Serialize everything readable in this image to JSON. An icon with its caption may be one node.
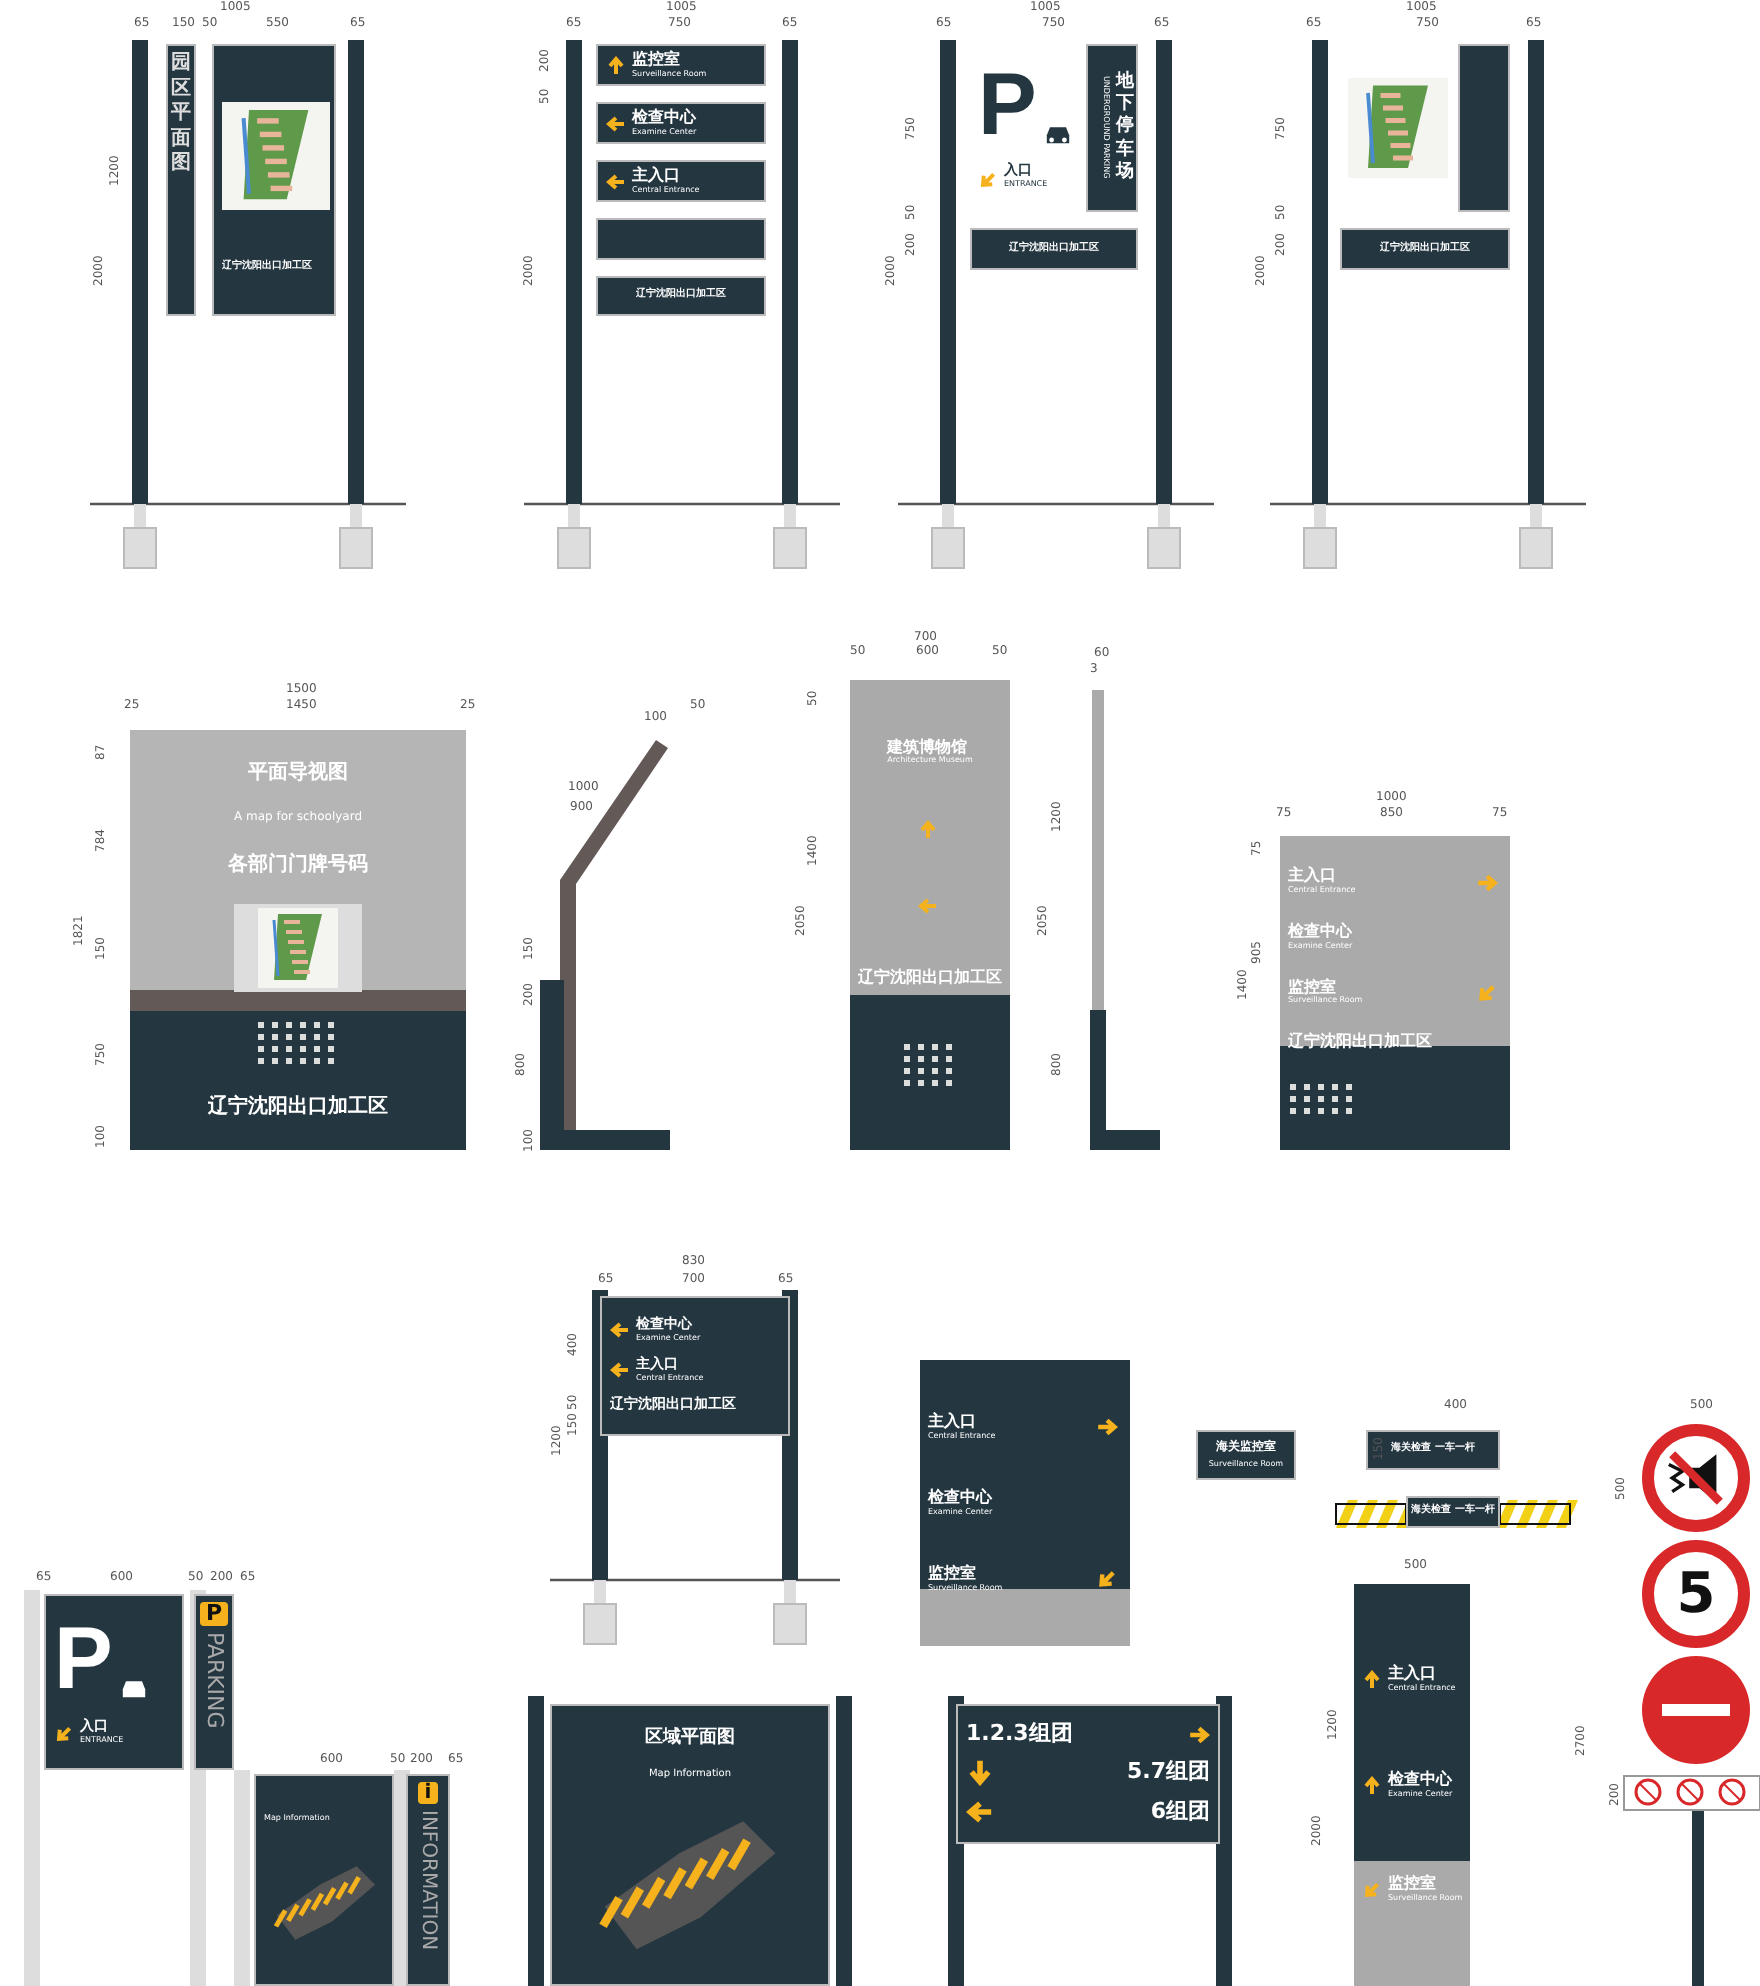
{
  "diagram": {
    "nodes": [
      {
        "text": [
          "园区平面图"
        ]
      },
      {
        "text": [
          "辽宁沈阳出口加工区"
        ]
      },
      {
        "text": [
          "监控室",
          "Surveillance Room"
        ]
      },
      {
        "text": [
          "检查中心",
          "Examine Center"
        ]
      },
      {
        "text": [
          "主入口",
          "Central Entrance"
        ]
      },
      {
        "text": [],
        "shape": "box"
      },
      {
        "text": [
          "辽宁沈阳出口加工区"
        ]
      },
      {
        "text": [
          "P",
          "入口",
          "ENTRANCE"
        ]
      },
      {
        "text": [
          "地下停车场",
          "UNDERGROUND PARKING"
        ]
      },
      {
        "text": [
          "辽宁沈阳出口加工区"
        ]
      },
      {
        "text": [],
        "shape": "picture"
      },
      {
        "text": [],
        "shape": "box"
      },
      {
        "text": [
          "辽宁沈阳出口加工区"
        ]
      },
      {
        "text": [
          "平面导视图",
          "A map for schoolyard",
          "各部门门牌号码",
          "辽宁沈阳出口加工区"
        ]
      },
      {
        "text": [
          "建筑博物馆",
          "Architecture Museum",
          "辽宁沈阳出口加工区"
        ]
      },
      {
        "text": [
          "主入口",
          "Central Entrance",
          "检查中心",
          "Examine Center",
          "监控室",
          "Surveillance Room",
          "辽宁沈阳出口加工区"
        ]
      },
      {
        "text": [
          "检查中心",
          "Examine Center",
          "主入口",
          "Central Entrance",
          "辽宁沈阳出口加工区"
        ]
      },
      {
        "text": [
          "主入口",
          "Central Entrance",
          "检查中心",
          "Examine Center",
          "监控室",
          "Surveillance Room"
        ]
      },
      {
        "text": [
          "海关监控室",
          "Surveillance Room"
        ]
      },
      {
        "text": [
          "海关检查 一车一杆"
        ]
      },
      {
        "text": [
          "海关检查 一车一杆"
        ]
      },
      {
        "text": [],
        "shape": "circle"
      },
      {
        "text": [
          "5"
        ]
      },
      {
        "text": [],
        "shape": "circle"
      },
      {
        "text": [
          "主入口",
          "Central Entrance",
          "检查中心",
          "Examine Center",
          "监控室",
          "Surveillance Room"
        ]
      },
      {
        "text": [
          "P",
          "入口",
          "ENTRANCE"
        ]
      },
      {
        "text": [
          "P",
          "PARKING"
        ]
      },
      {
        "text": [
          "Map Information"
        ]
      },
      {
        "text": [
          "i",
          "INFORMATION"
        ]
      },
      {
        "text": [
          "区域平面图",
          "Map Information"
        ]
      },
      {
        "text": [
          "1.2.3组团",
          "5.7组团",
          "6组团"
        ]
      }
    ],
    "labels": [
      "1005",
      "65",
      "150",
      "50",
      "550",
      "65",
      "1200",
      "2000",
      "1005",
      "65",
      "750",
      "65",
      "200",
      "50",
      "2000",
      "1005",
      "65",
      "750",
      "65",
      "750",
      "50",
      "200",
      "2000",
      "1005",
      "65",
      "750",
      "65",
      "750",
      "50",
      "200",
      "2000",
      "1500",
      "25",
      "1450",
      "25",
      "87",
      "784",
      "1821",
      "150",
      "750",
      "100",
      "100",
      "50",
      "1000",
      "900",
      "150",
      "200",
      "800",
      "100",
      "700",
      "50",
      "600",
      "50",
      "50",
      "1400",
      "2050",
      "60",
      "3",
      "1200",
      "2050",
      "800",
      "1000",
      "75",
      "850",
      "75",
      "75",
      "905",
      "1400",
      "830",
      "65",
      "700",
      "65",
      "400",
      "50",
      "150",
      "1200",
      "400",
      "150",
      "500",
      "500",
      "2700",
      "200",
      "500",
      "1200",
      "2000",
      "65",
      "600",
      "50",
      "200",
      "65",
      "600",
      "50",
      "200",
      "65"
    ]
  }
}
